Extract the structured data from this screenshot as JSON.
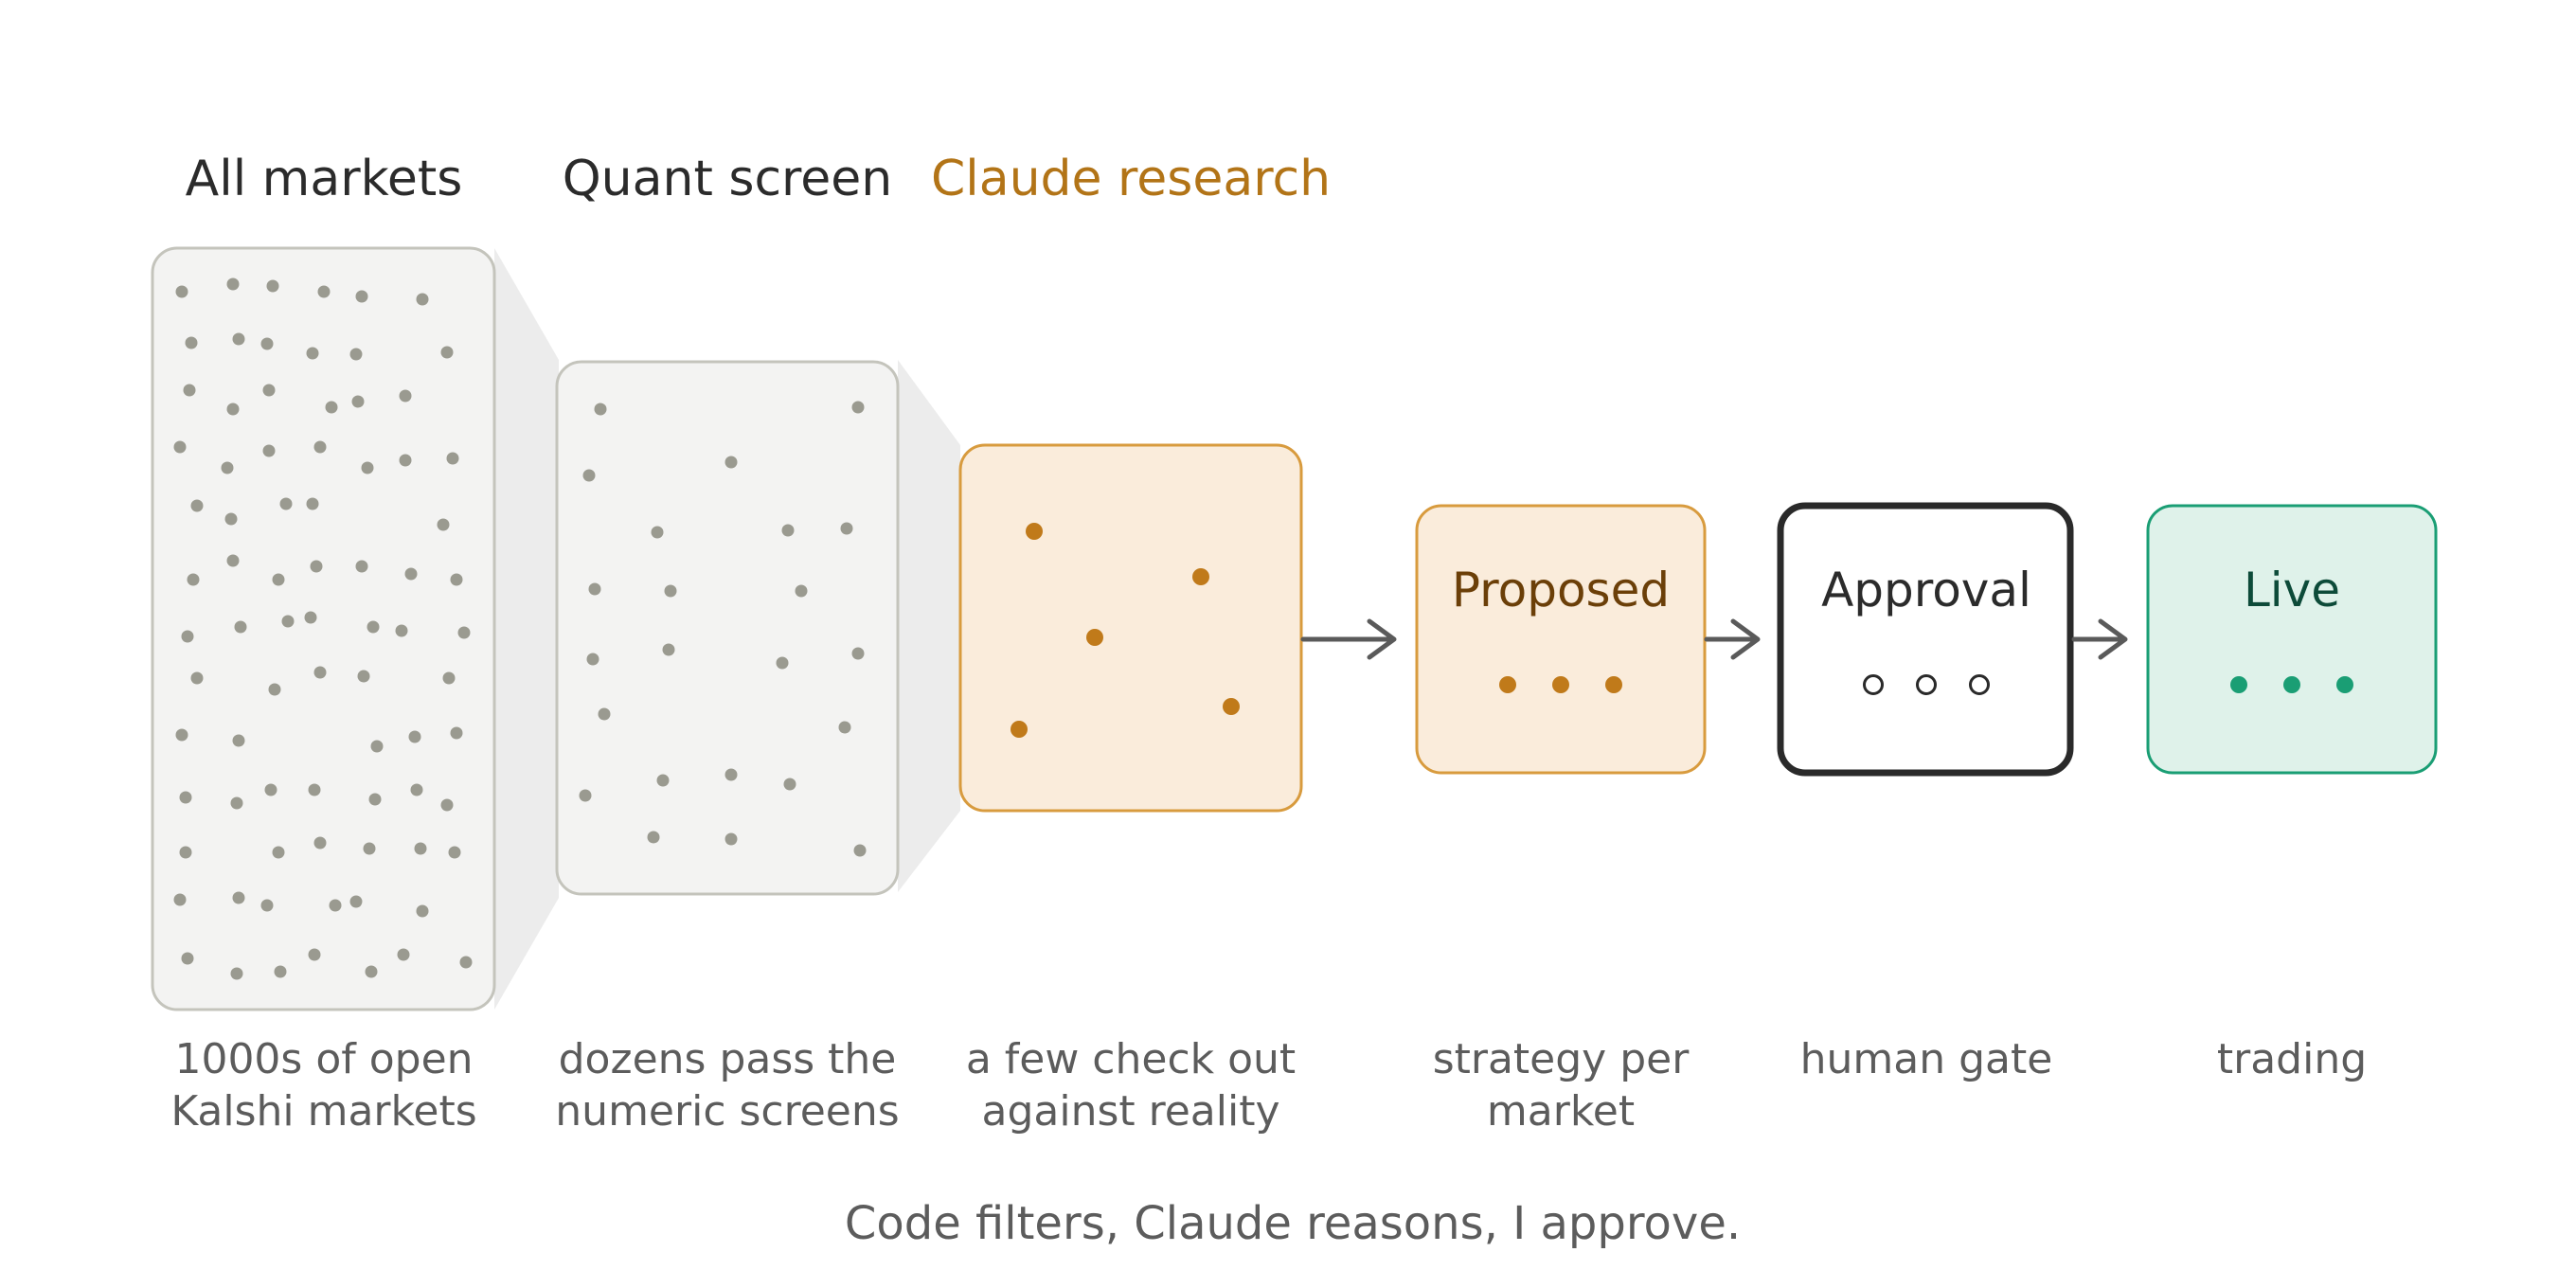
{
  "stage_titles": {
    "all_markets": "All markets",
    "quant_screen": "Quant screen",
    "claude_research": "Claude research"
  },
  "boxes": {
    "proposed": "Proposed",
    "approval": "Approval",
    "live": "Live"
  },
  "captions": {
    "all_markets": [
      "1000s of open",
      "Kalshi markets"
    ],
    "quant_screen": [
      "dozens pass the",
      "numeric screens"
    ],
    "claude_research": [
      "a few check out",
      "against reality"
    ],
    "proposed": [
      "strategy per",
      "market"
    ],
    "approval": [
      "human gate"
    ],
    "live": [
      "trading"
    ]
  },
  "footer": "Code filters, Claude reasons, I approve.",
  "colors": {
    "gray_dot": "#9a9a90",
    "gray_fill": "#f3f3f2",
    "gray_stroke": "#c4c4bc",
    "funnel": "#ececec",
    "orange": "#c07a1a",
    "orange_fill": "#faecdb",
    "orange_stroke": "#d89b3e",
    "orange_title": "#b27417",
    "proposed_text": "#6b3f08",
    "approval_stroke": "#2a2a2a",
    "green": "#1a9e74",
    "green_fill": "#dff2ea",
    "green_text": "#0d4b39",
    "arrow": "#5a5a5a",
    "caption": "#5c5c5c",
    "title": "#2b2b2b"
  }
}
